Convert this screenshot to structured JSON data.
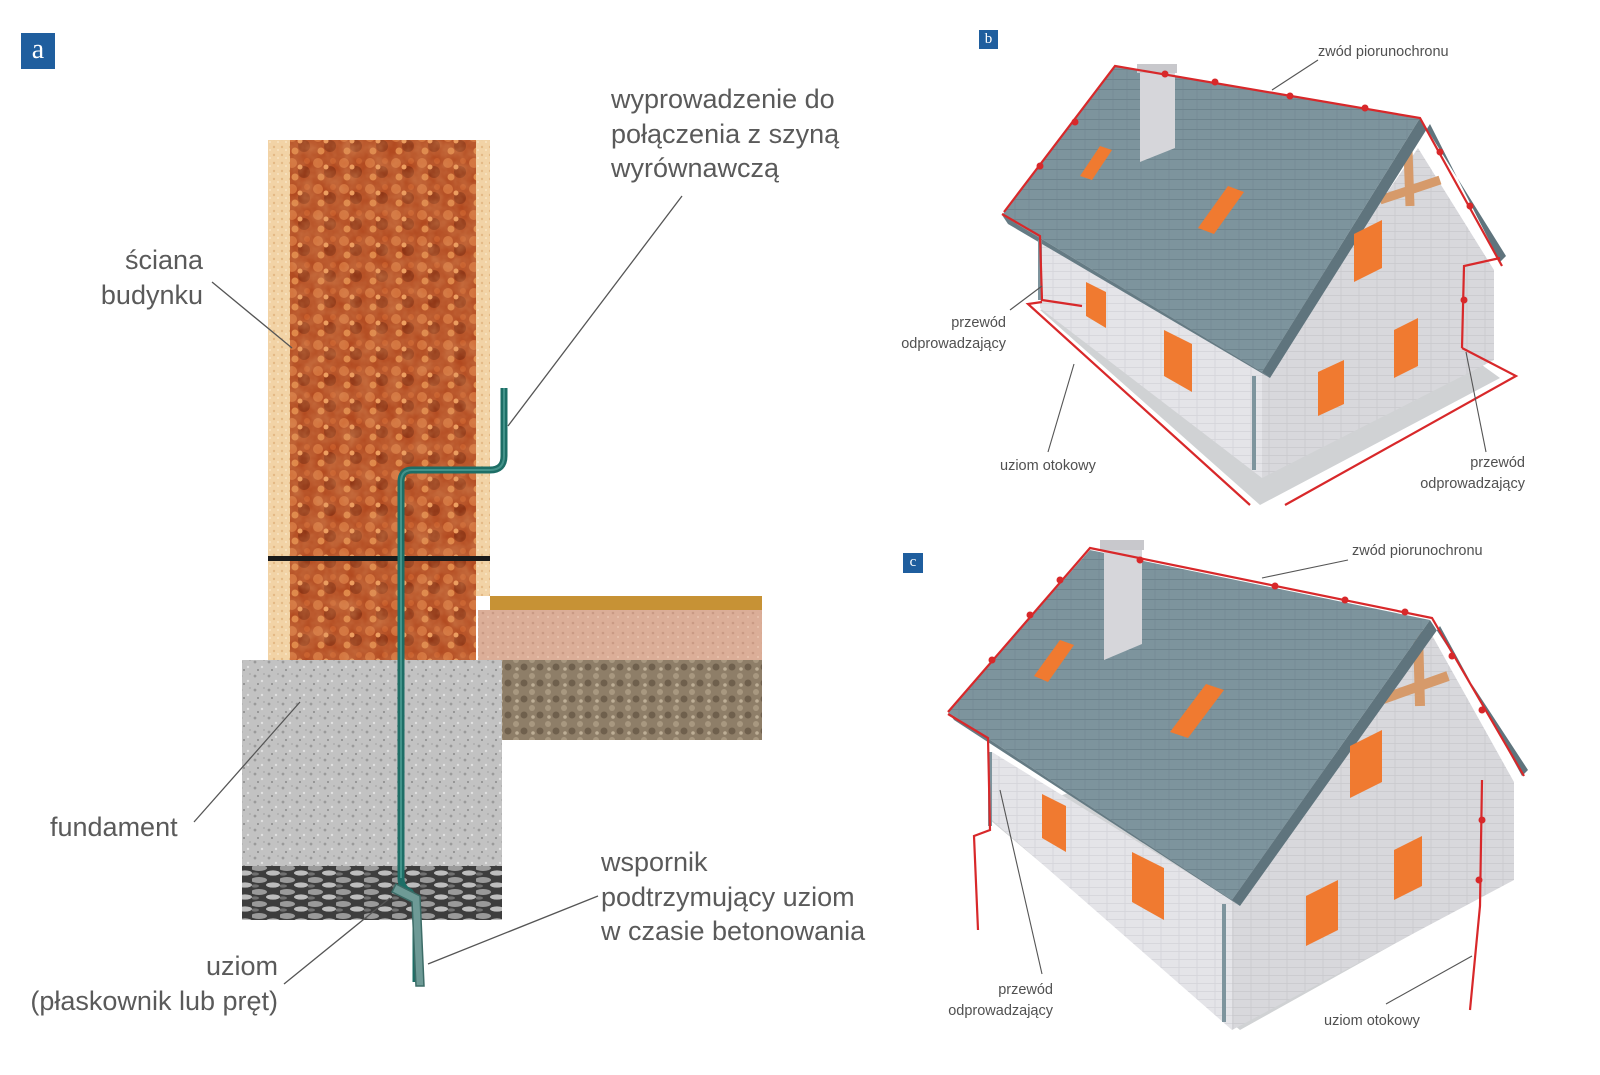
{
  "panels": {
    "a": "a",
    "b": "b",
    "c": "c"
  },
  "labels": {
    "wall": "ściana\nbudynku",
    "outlet": "wyprowadzenie do\npołączenia z szyną\nwyrównawczą",
    "foundation": "fundament",
    "electrode": "uziom\n(płaskownik lub pręt)",
    "support": "wspornik\npodtrzymujący uziom\nw czasie betonowania",
    "b_conductor": "zwód piorunochronu",
    "b_down_left": "przewód\nodprowadzający",
    "b_ring": "uziom otokowy",
    "b_down_right": "przewód\nodprowadzający",
    "c_conductor": "zwód piorunochronu",
    "c_down": "przewód\nodprowadzający",
    "c_ring": "uziom otokowy"
  },
  "colors": {
    "badge": "#1f5e9e",
    "brick": "#b54a1e",
    "plaster": "#f0cfa0",
    "concrete": "#bdbdbd",
    "soil": "#8f7f6a",
    "floor": "#d9ab95",
    "electrode": "#1d6e66",
    "roof": "#7c939c",
    "housewall": "#e6e6e9",
    "window": "#f07a30",
    "lightning": "#d8282a"
  }
}
